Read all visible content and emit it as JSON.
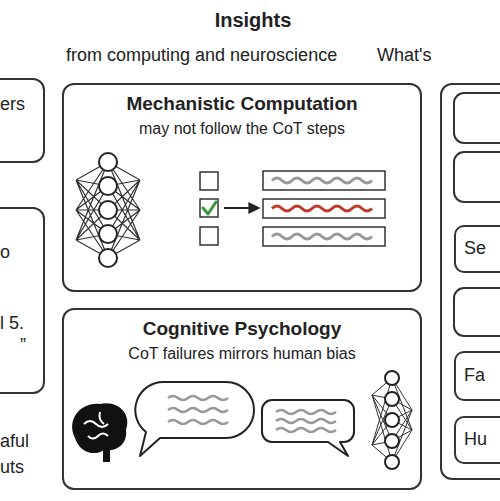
{
  "diagram": {
    "nodes": [
      {
        "text": [
          "ers"
        ]
      },
      {
        "text": [
          "o",
          "l 5.",
          "”"
        ]
      },
      {
        "text": [
          "Mechanistic Computation",
          "may not follow the CoT steps"
        ]
      },
      {
        "text": [
          "Cognitive Psychology",
          "CoT failures mirrors human bias"
        ]
      },
      {
        "text": [
          "What's"
        ]
      },
      {
        "text": [
          "Se"
        ],
        "in": 4
      },
      {
        "text": [
          "Fa"
        ],
        "in": 4
      },
      {
        "text": [
          "Hu"
        ],
        "in": 4
      }
    ],
    "labels": [
      "Insights",
      "from computing and neuroscience",
      "aful",
      "uts"
    ]
  }
}
